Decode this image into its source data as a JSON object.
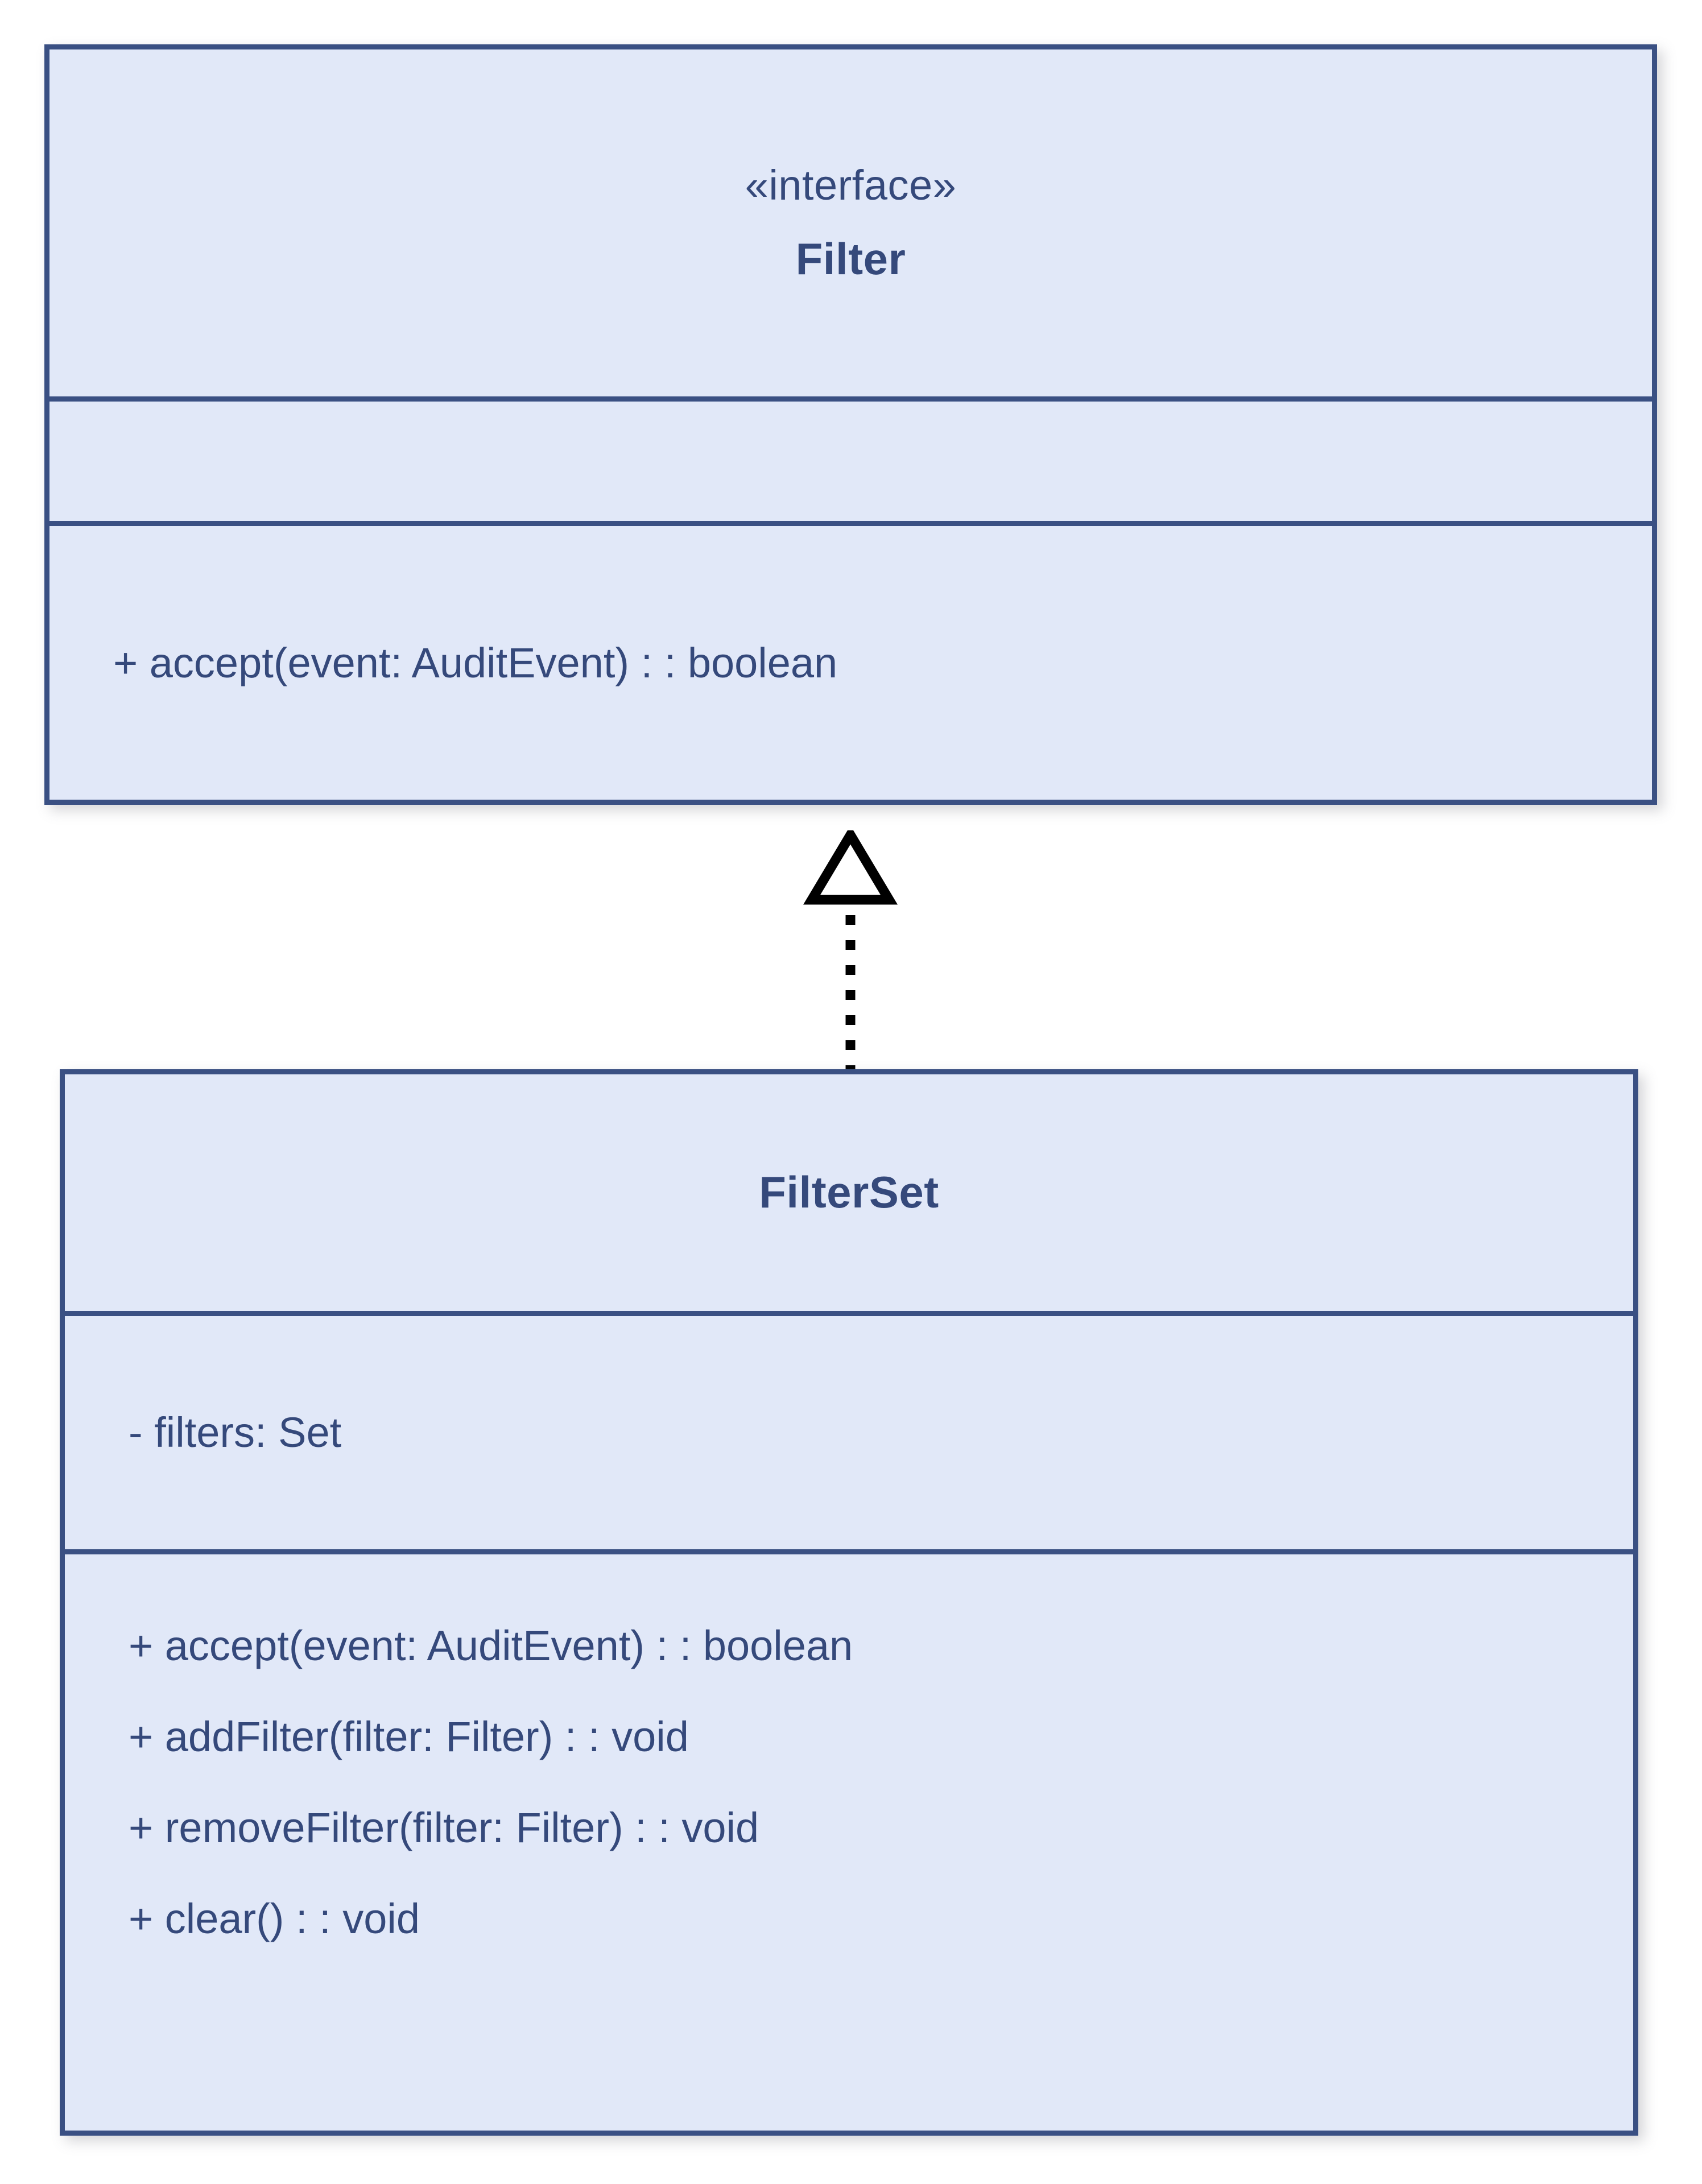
{
  "diagram": {
    "kind": "uml-class-diagram",
    "colors": {
      "box_fill": "#e1e8f8",
      "box_border": "#3a5083",
      "text": "#35497b",
      "connector": "#000000",
      "background": "#ffffff"
    },
    "classes": [
      {
        "id": "filter",
        "stereotype": "«interface»",
        "name": "Filter",
        "attributes": [],
        "methods": [
          "+ accept(event: AuditEvent) : : boolean"
        ]
      },
      {
        "id": "filterset",
        "stereotype": "",
        "name": "FilterSet",
        "attributes": [
          "- filters: Set"
        ],
        "methods": [
          "+ accept(event: AuditEvent) : : boolean",
          "+ addFilter(filter: Filter) : : void",
          "+ removeFilter(filter: Filter) : : void",
          "+ clear() : : void"
        ]
      }
    ],
    "relationships": [
      {
        "id": "filterset-realizes-filter",
        "type": "realization",
        "source": "FilterSet",
        "target": "Filter",
        "line_style": "dotted",
        "arrow_head": "hollow-triangle",
        "label": ""
      }
    ]
  }
}
